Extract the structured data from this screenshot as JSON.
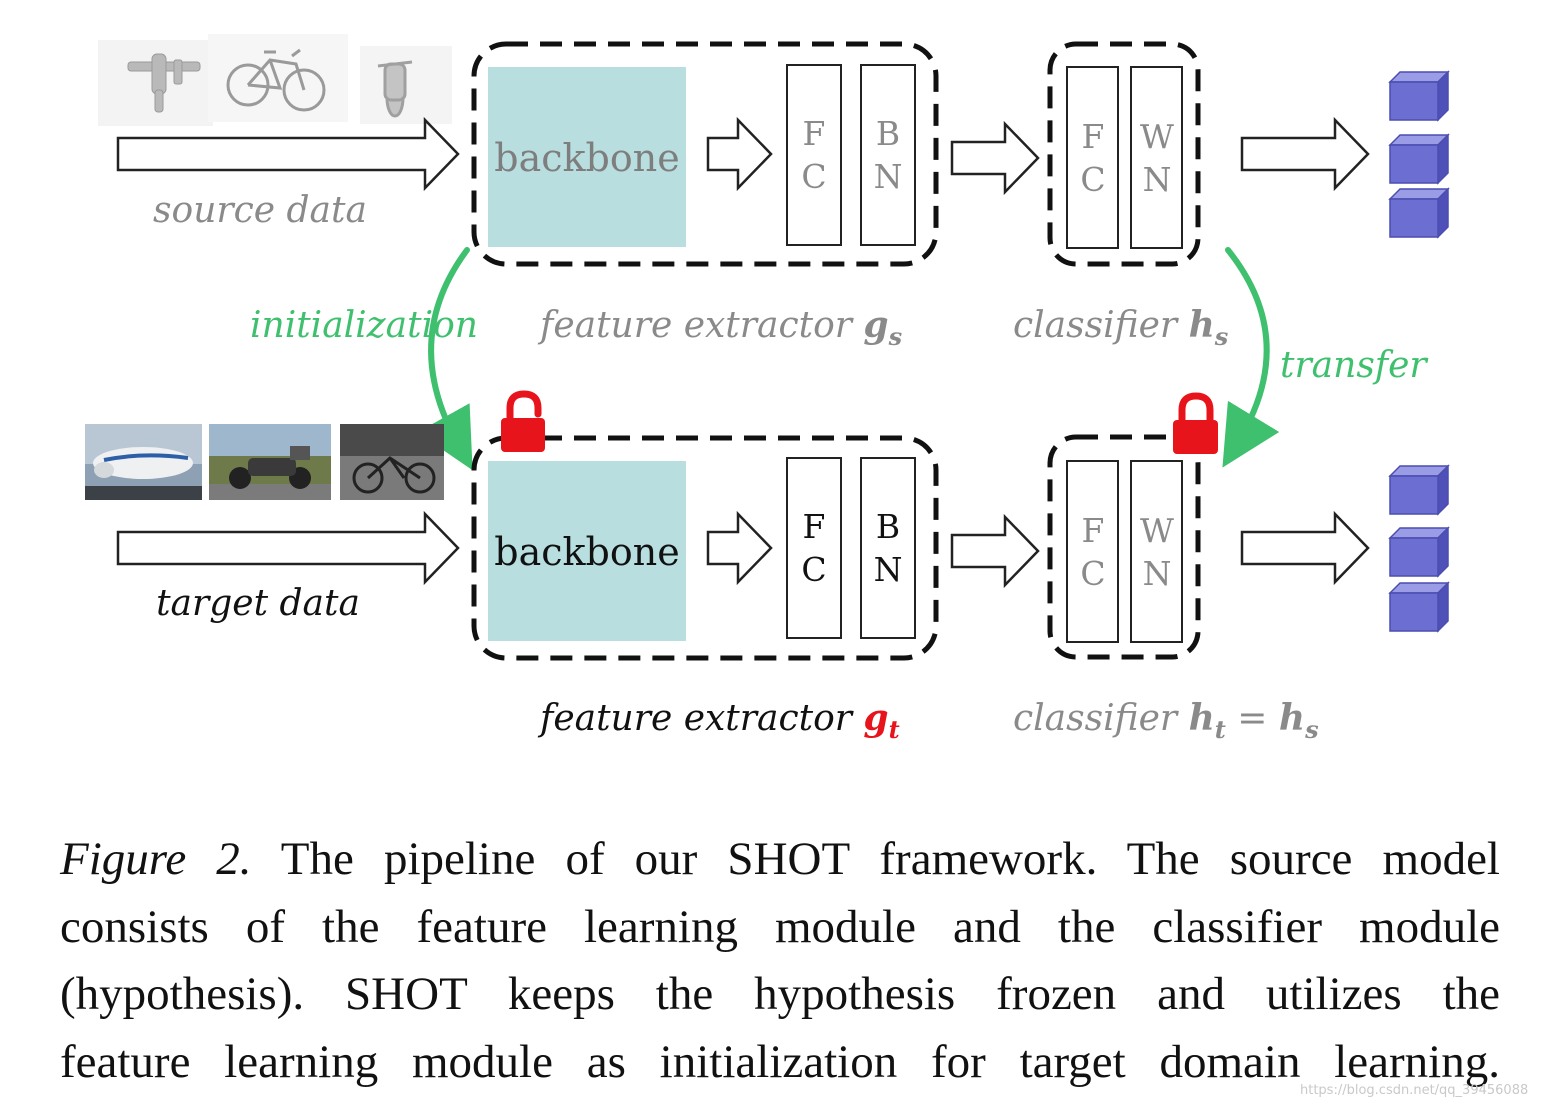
{
  "colors": {
    "backbone_fill": "#b8dee0",
    "green": "#3ec06e",
    "lock_red": "#e8141b",
    "cube": "#6c6ed2",
    "gray_text": "#8a8a8a",
    "dark_text": "#111111",
    "red_text": "#e8141b"
  },
  "source": {
    "label": "source data",
    "images": [
      "airplane-3d-model",
      "bicycle-3d-model",
      "motorcycle-3d-model"
    ],
    "backbone": "backbone",
    "fc": [
      "F",
      "C"
    ],
    "bn": [
      "B",
      "N"
    ],
    "extractor_label": "feature extractor ",
    "extractor_symbol": "g",
    "extractor_sub": "s",
    "cls_fc": [
      "F",
      "C"
    ],
    "cls_wn": [
      "W",
      "N"
    ],
    "classifier_label": "classifier ",
    "classifier_symbol": "h",
    "classifier_sub": "s"
  },
  "target": {
    "label": "target data",
    "images": [
      "airplane-photo",
      "motorcycle-photo",
      "bicycle-photo"
    ],
    "backbone": "backbone",
    "fc": [
      "F",
      "C"
    ],
    "bn": [
      "B",
      "N"
    ],
    "extractor_label": "feature extractor ",
    "extractor_symbol": "g",
    "extractor_sub": "t",
    "cls_fc": [
      "F",
      "C"
    ],
    "cls_wn": [
      "W",
      "N"
    ],
    "classifier_label": "classifier ",
    "classifier_symbol": "h",
    "classifier_sub": "t",
    "classifier_eq": " = ",
    "classifier_symbol2": "h",
    "classifier_sub2": "s"
  },
  "arrows": {
    "initialization": "initialization",
    "transfer": "transfer"
  },
  "caption": {
    "label": "Figure 2.",
    "line1": "The pipeline of our SHOT framework. The source model",
    "line2": "consists of the feature learning module and the classifier module",
    "line3": "(hypothesis). SHOT keeps the hypothesis frozen and utilizes the",
    "line4": "feature learning module as initialization for target domain learning."
  },
  "watermark": "https://blog.csdn.net/qq_39456088"
}
